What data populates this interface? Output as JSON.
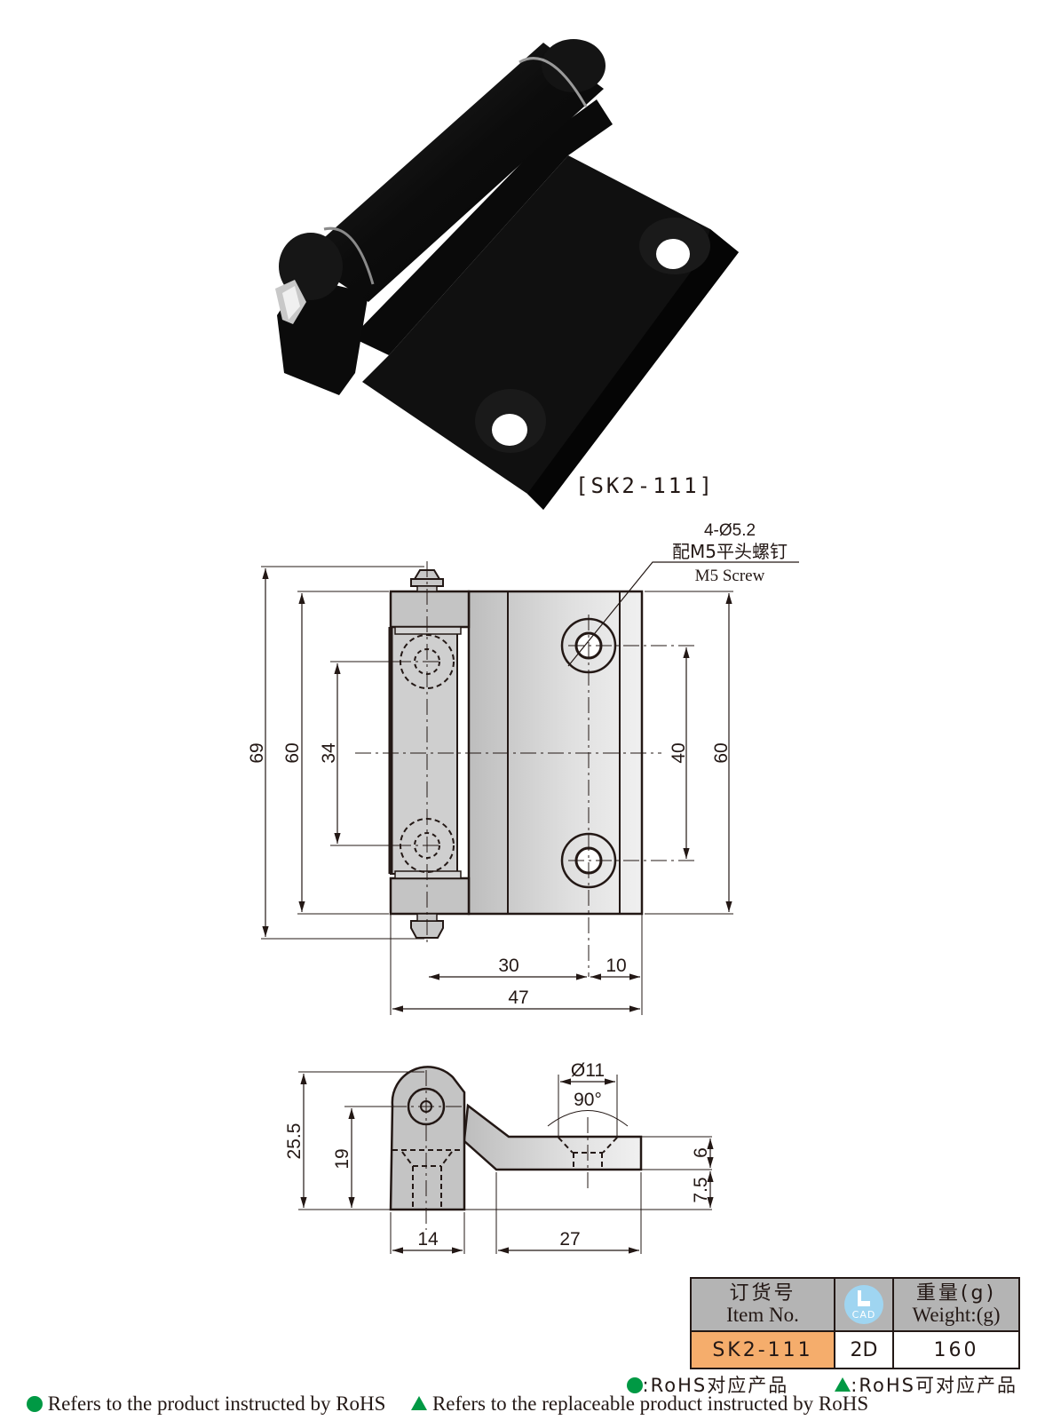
{
  "product": {
    "model_label": "[SK2-111]",
    "photo_alt": "black hinge product photo"
  },
  "front_view": {
    "callout": {
      "hole_spec": "4-Ø5.2",
      "screw_zh": "配M5平头螺钉",
      "screw_en": "M5 Screw"
    },
    "dimensions": {
      "overall_height_with_pins": "69",
      "body_height_left": "60",
      "knuckle_hole_spacing": "34",
      "leaf_hole_spacing": "40",
      "body_height_right": "60",
      "pin_to_hole": "30",
      "hole_to_edge": "10",
      "overall_width": "47"
    }
  },
  "side_view": {
    "dimensions": {
      "overall_height": "25.5",
      "pivot_height": "19",
      "countersink_dia": "Ø11",
      "countersink_angle": "90°",
      "leaf_thickness": "6",
      "leaf_offset": "7.5",
      "knuckle_width": "14",
      "leaf_length": "27"
    }
  },
  "spec_table": {
    "headers": {
      "item_zh": "订货号",
      "item_en": "Item No.",
      "cad_icon": "CAD",
      "weight_zh": "重量(g)",
      "weight_en": "Weight:(g)"
    },
    "rows": [
      {
        "item_no": "SK2-111",
        "cad": "2D",
        "weight": "160"
      }
    ],
    "colors": {
      "header_bg": "#b4b4b4",
      "item_bg": "#f5ad6c",
      "cad_badge": "#9fd5f1"
    }
  },
  "legend": {
    "rohs_zh": ":RoHS对应产品",
    "rohs_replaceable_zh": ":RoHS可对应产品",
    "rohs_en": "Refers to the product instructed by RoHS",
    "rohs_replaceable_en": "Refers to the replaceable product instructed by RoHS",
    "marker_color": "#009944"
  }
}
